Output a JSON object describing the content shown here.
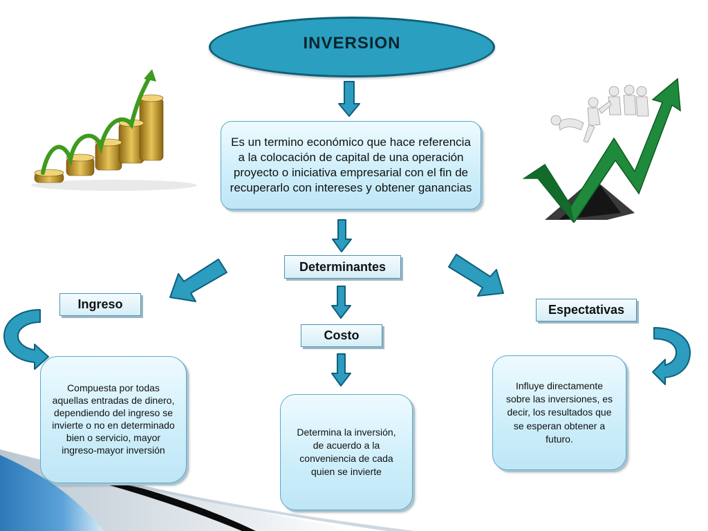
{
  "diagram": {
    "title": "INVERSION",
    "definition": "Es un termino económico que hace referencia a la colocación de capital de una operación proyecto o iniciativa empresarial con el fin de recuperarlo con intereses y obtener ganancias",
    "determinantes": "Determinantes",
    "ingreso": {
      "label": "Ingreso",
      "description": "Compuesta por todas aquellas entradas de dinero, dependiendo del ingreso se invierte o no en determinado bien o servicio, mayor ingreso-mayor inversión"
    },
    "costo": {
      "label": "Costo",
      "description": "Determina la inversión, de acuerdo a la conveniencia de cada quien  se invierte"
    },
    "espectativas": {
      "label": "Espectativas",
      "description": "Influye directamente sobre las inversiones, es decir, los resultados que se esperan obtener a futuro."
    }
  },
  "colors": {
    "arrow_fill": "#2c9cbf",
    "arrow_stroke": "#0f5f7a",
    "title_fill": "#2a9fc0",
    "title_border": "#0e5f79",
    "corner_dark": "#0b0b0b",
    "corner_blue": "#3d86c4"
  },
  "icons": {
    "left_illustration": "growing-coin-stacks-icon",
    "right_illustration": "people-climbing-green-arrow-icon"
  }
}
